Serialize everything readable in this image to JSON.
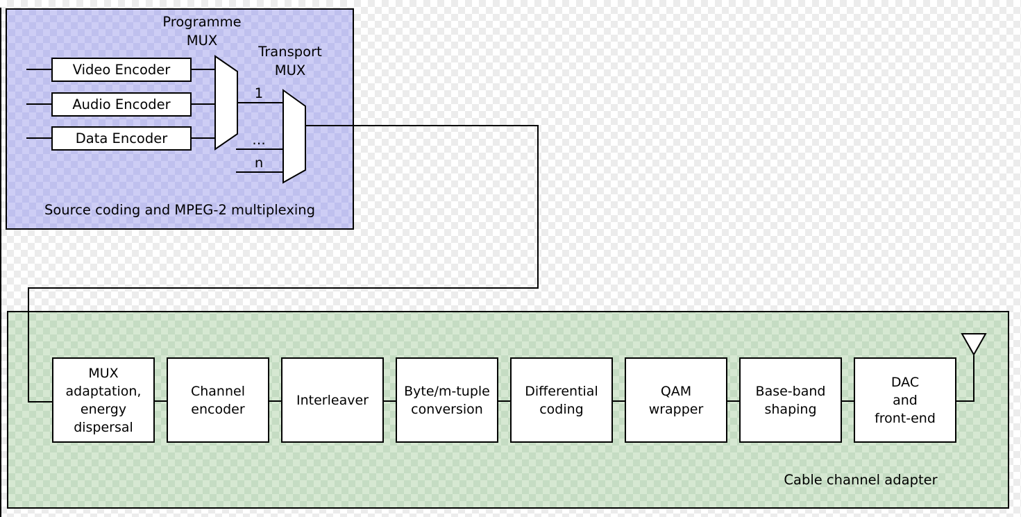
{
  "panels": {
    "source": {
      "caption": "Source coding and MPEG-2 multiplexing",
      "programme_mux_title": "Programme\nMUX",
      "transport_mux_title": "Transport\nMUX",
      "encoders": [
        "Video Encoder",
        "Audio Encoder",
        "Data Encoder"
      ],
      "transport_inputs": {
        "first": "1",
        "ellipsis": "…",
        "last": "n"
      }
    },
    "cable": {
      "caption": "Cable channel adapter",
      "blocks": [
        "MUX\nadaptation,\nenergy\ndispersal",
        "Channel\nencoder",
        "Interleaver",
        "Byte/m-tuple\nconversion",
        "Differential\ncoding",
        "QAM\nwrapper",
        "Base-band\nshaping",
        "DAC\nand\nfront-end"
      ]
    }
  },
  "icons": {
    "antenna": "antenna-icon"
  },
  "colors": {
    "line": "#000000",
    "text": "#000000",
    "block_fill": "#ffffff",
    "background_checker_light": "#ffffff",
    "background_checker_dark": "#ececec",
    "source_panel_checker_light": "#cdcdf5",
    "source_panel_checker_dark": "#bfc0ee",
    "cable_panel_checker_light": "#d6e8d2",
    "cable_panel_checker_dark": "#c5dcc3"
  }
}
